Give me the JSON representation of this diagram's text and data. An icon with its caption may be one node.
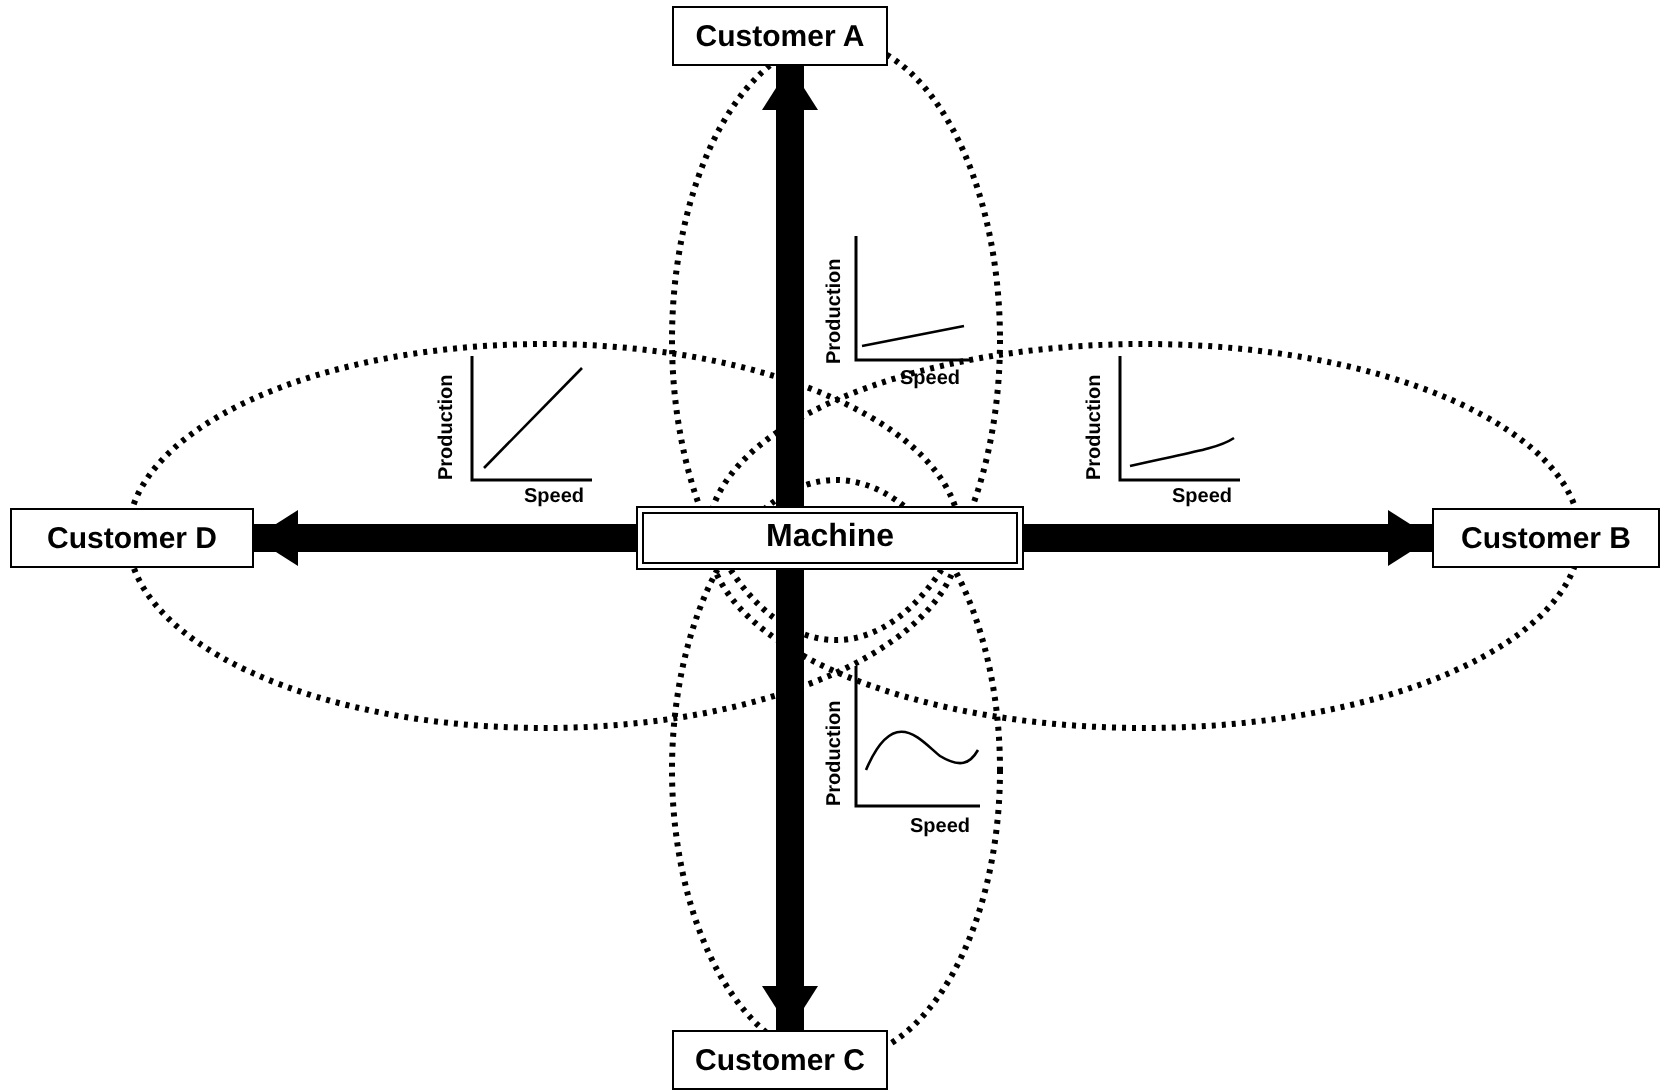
{
  "diagram": {
    "nodes": [
      {
        "text": [
          "Customer A"
        ]
      },
      {
        "text": [
          "Customer D"
        ]
      },
      {
        "text": [
          "Machine"
        ]
      },
      {
        "text": [
          "Customer B"
        ]
      },
      {
        "text": [
          "Customer C"
        ]
      }
    ],
    "edges": [
      {
        "from": 2,
        "to": 0,
        "arrow": "to"
      },
      {
        "from": 2,
        "to": 1,
        "arrow": "to"
      },
      {
        "from": 2,
        "to": 3,
        "arrow": "to"
      },
      {
        "from": 2,
        "to": 4,
        "arrow": "to"
      }
    ],
    "labels": [
      "Production",
      "Speed",
      "Production",
      "Speed",
      "Production",
      "Speed",
      "Production",
      "Speed"
    ]
  }
}
